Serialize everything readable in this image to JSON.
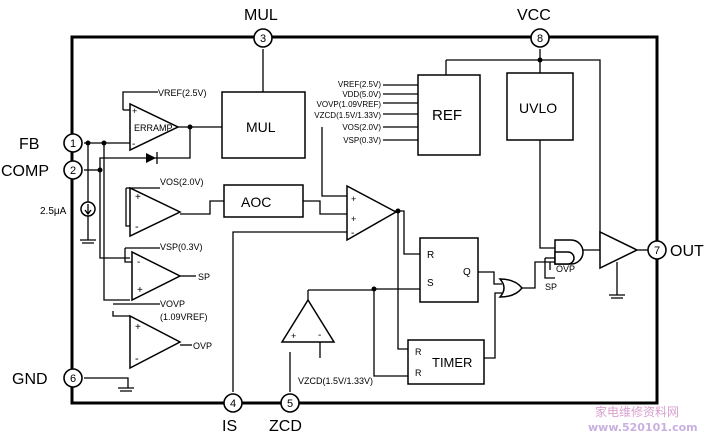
{
  "pins": {
    "p1": {
      "num": "1",
      "name": "FB"
    },
    "p2": {
      "num": "2",
      "name": "COMP"
    },
    "p3": {
      "num": "3",
      "name": "MUL"
    },
    "p4": {
      "num": "4",
      "name": "IS"
    },
    "p5": {
      "num": "5",
      "name": "ZCD"
    },
    "p6": {
      "num": "6",
      "name": "GND"
    },
    "p7": {
      "num": "7",
      "name": "OUT"
    },
    "p8": {
      "num": "8",
      "name": "VCC"
    }
  },
  "blocks": {
    "erramp": "ERRAMP",
    "mul": "MUL",
    "aoc": "AOC",
    "ref": "REF",
    "uvlo": "UVLO",
    "timer": "TIMER"
  },
  "labels": {
    "vref_erramp": "VREF(2.5V)",
    "current_source": "2.5μA",
    "vos": "VOS(2.0V)",
    "vsp": "VSP(0.3V)",
    "sp_cmp": "SP",
    "vovp": "VOVP",
    "vovp_ref": "(1.09VREF)",
    "ovp_cmp": "OVP",
    "vzcd": "VZCD(1.5V/1.33V)",
    "latch_r": "R",
    "latch_s": "S",
    "latch_q": "Q",
    "timer_r1": "R",
    "timer_r2": "R",
    "gate_ovp": "OVP",
    "gate_sp": "SP",
    "plus": "+",
    "minus": "-"
  },
  "ref_outputs": [
    "VREF(2.5V)",
    "VDD(5.0V)",
    "VOVP(1.09VREF)",
    "VZCD(1.5V/1.33V)",
    "VOS(2.0V)",
    "VSP(0.3V)"
  ],
  "watermark": {
    "cn": "家电维修资料网",
    "url": "www.520101.com"
  }
}
